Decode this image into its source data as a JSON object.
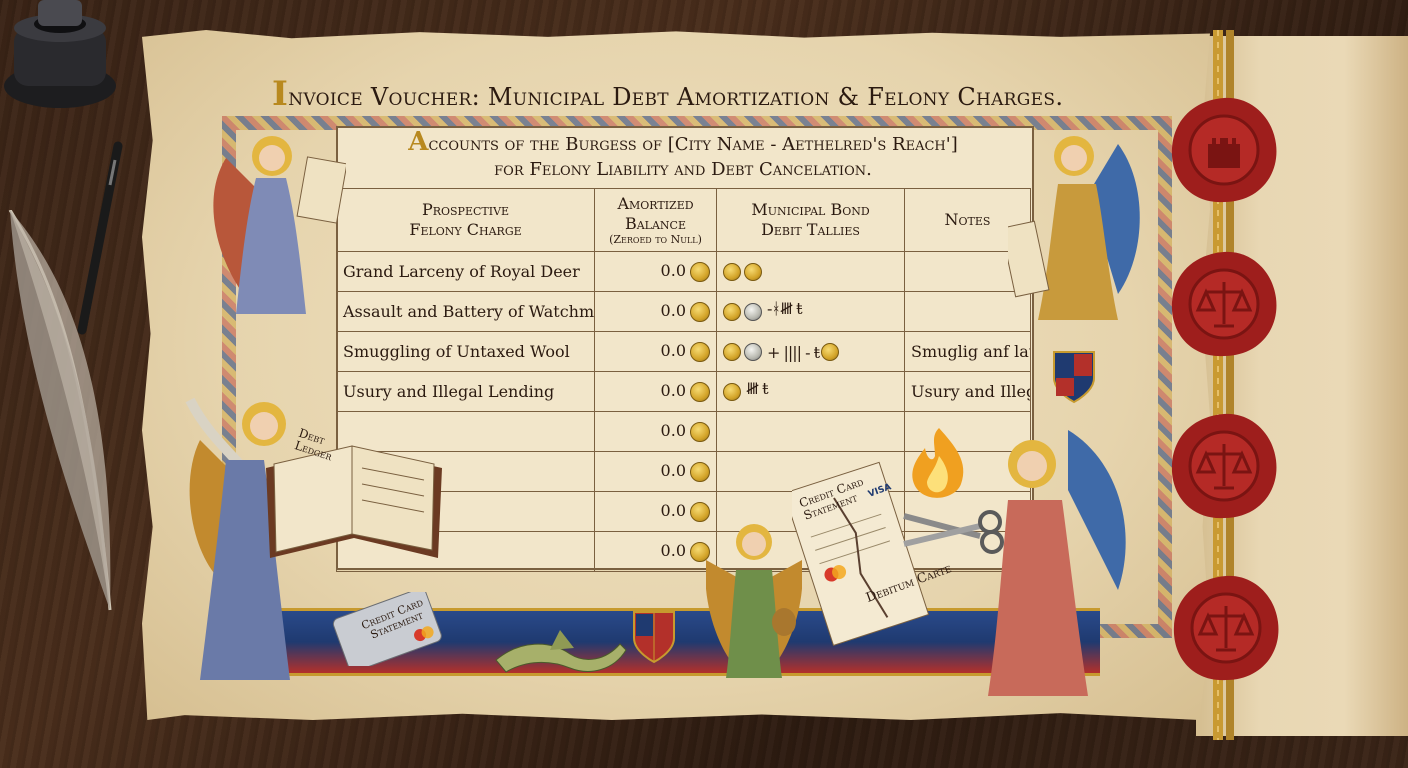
{
  "document": {
    "title_initial": "I",
    "title_rest": "nvoice Voucher: Municipal Debt Amortization & Felony Charges.",
    "subtitle_initial": "A",
    "subtitle_line1_rest": "ccounts of the Burgess of [City Name - Aethelred's Reach']",
    "subtitle_line2": "for Felony Liability and Debt Cancelation."
  },
  "table": {
    "headers": {
      "charge_line1": "Prospective",
      "charge_line2": "Felony Charge",
      "balance_line1": "Amortized",
      "balance_line2": "Balance",
      "balance_note": "(Zeroed to Null)",
      "tallies_line1": "Municipal Bond",
      "tallies_line2": "Debit Tallies",
      "notes": "Notes"
    },
    "rows": [
      {
        "charge": "Grand Larceny of Royal Deer",
        "balance": "0.0",
        "tallies": "",
        "notes": ""
      },
      {
        "charge": "Assault and Battery of Watchman",
        "balance": "0.0",
        "tallies": "-ᚼ𝍸 ŧ",
        "notes": ""
      },
      {
        "charge": "Smuggling of Untaxed Wool",
        "balance": "0.0",
        "tallies": "+ |||| - ŧ",
        "notes": "Smuglig anf lattery of Watchman"
      },
      {
        "charge": "Usury and Illegal Lending",
        "balance": "0.0",
        "tallies": "𝍸 ŧ",
        "notes": "Usury and Illegal Illegal lending"
      },
      {
        "charge": "",
        "balance": "0.0",
        "tallies": "",
        "notes": ""
      },
      {
        "charge": "",
        "balance": "0.0",
        "tallies": "",
        "notes": ""
      },
      {
        "charge": "",
        "balance": "0.0",
        "tallies": "",
        "notes": ""
      },
      {
        "charge": "",
        "balance": "0.0",
        "tallies": "",
        "notes": ""
      }
    ]
  },
  "illustrations": {
    "book_label_line1": "Debt",
    "book_label_line2": "Ledger",
    "card_left_line1": "Credit Card",
    "card_left_line2": "Statement",
    "statement_line1": "Credit Card",
    "statement_line2": "Statement",
    "statement_brand": "VISA",
    "statement_footer": "Debitum Carte"
  },
  "colors": {
    "parchment": "#e6d4ad",
    "ink": "#2b1a10",
    "gold": "#c79a2e",
    "seal_red": "#9e1e1c",
    "border_blue": "#1f3a70",
    "border_red": "#b3302a"
  },
  "icons": [
    "inkwell-icon",
    "fountain-pen-icon",
    "quill-icon",
    "wax-seal-castle-icon",
    "wax-seal-scales-icon",
    "coin-icon",
    "scissors-icon",
    "flame-icon",
    "shield-icon",
    "dragon-icon"
  ]
}
